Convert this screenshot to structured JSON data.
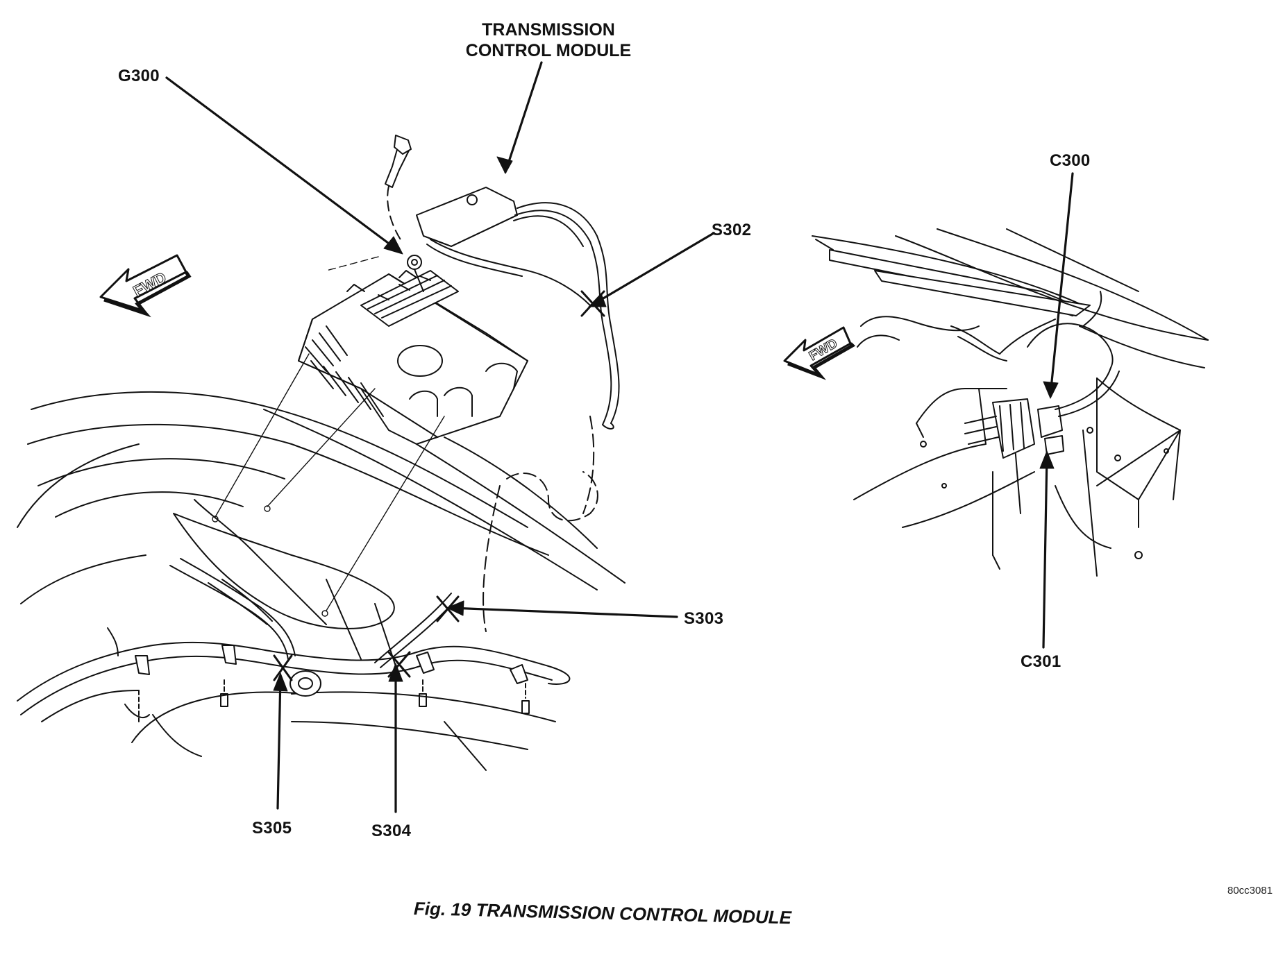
{
  "figure": {
    "caption": "Fig. 19 TRANSMISSION CONTROL MODULE",
    "code": "80cc3081",
    "fwd_label": "FWD"
  },
  "callouts": {
    "tcm_line1": "TRANSMISSION",
    "tcm_line2": "CONTROL MODULE",
    "g300": "G300",
    "s302": "S302",
    "s303": "S303",
    "s304": "S304",
    "s305": "S305",
    "c300": "C300",
    "c301": "C301"
  },
  "colors": {
    "ink": "#111111",
    "paper": "#ffffff"
  }
}
